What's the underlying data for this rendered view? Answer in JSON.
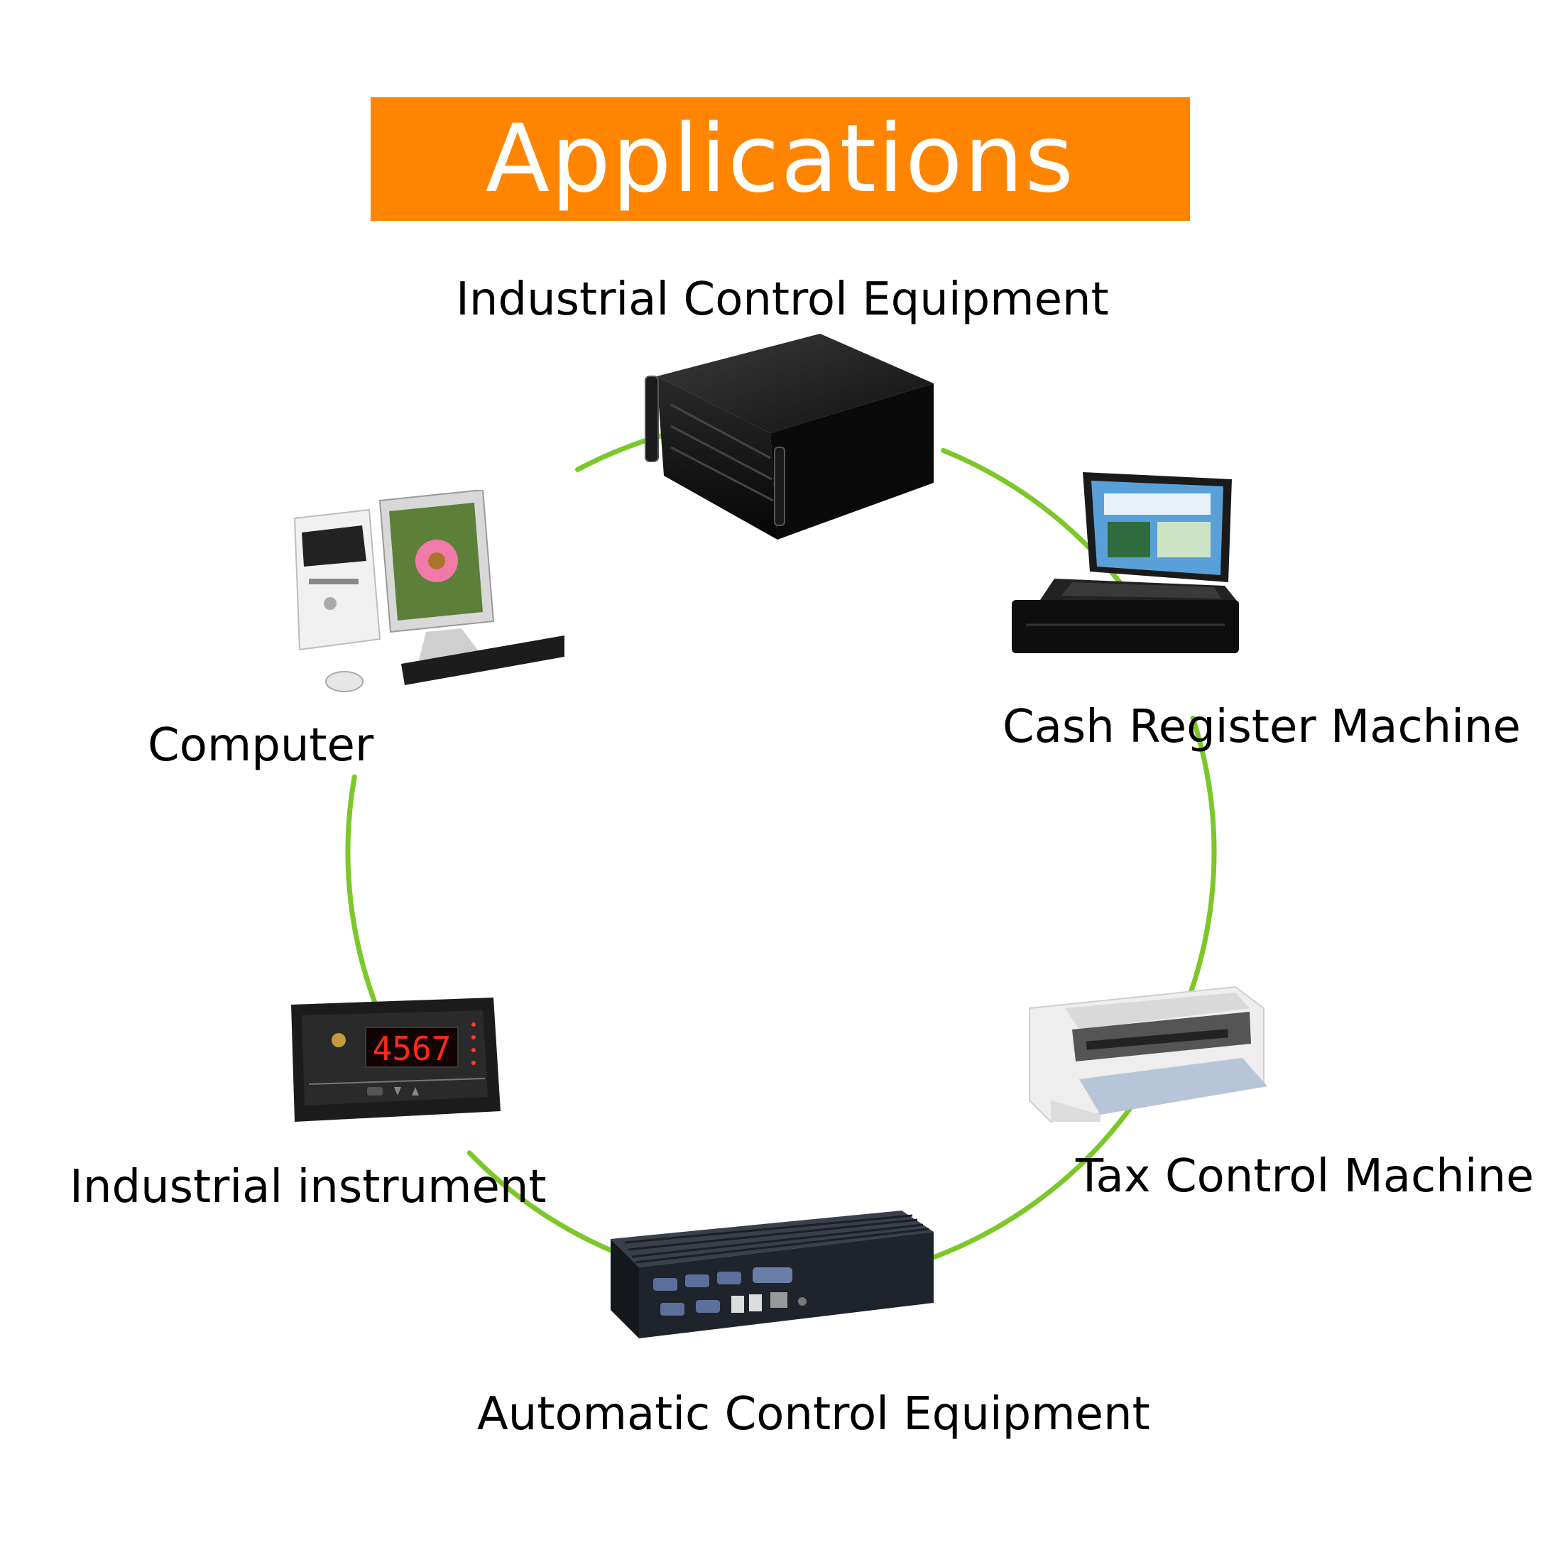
{
  "title": "Applications",
  "colors": {
    "banner": "#ff8500",
    "ring": "#7cc82a",
    "text": "#000000"
  },
  "nodes": [
    {
      "label": "Industrial Control Equipment",
      "icon": "rack-server-icon"
    },
    {
      "label": "Cash Register Machine",
      "icon": "rugged-laptop-icon"
    },
    {
      "label": "Tax Control Machine",
      "icon": "dot-matrix-printer-icon"
    },
    {
      "label": "Automatic Control Equipment",
      "icon": "fanless-industrial-pc-icon"
    },
    {
      "label": "Industrial instrument",
      "icon": "digital-panel-meter-icon"
    },
    {
      "label": "Computer",
      "icon": "desktop-computer-icon"
    }
  ],
  "meter_display": "4567"
}
